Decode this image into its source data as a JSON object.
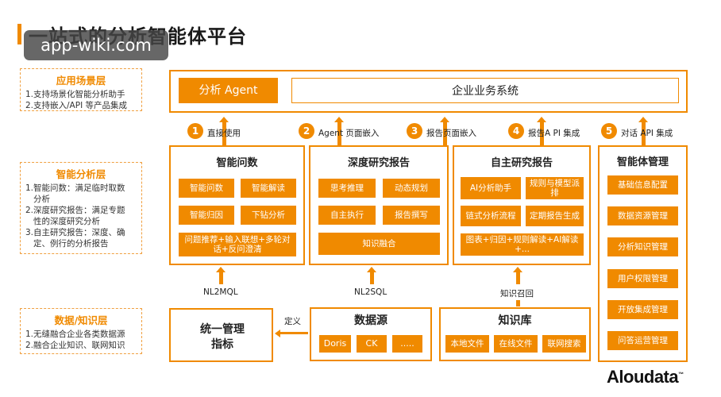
{
  "title": "一站式的分析智能体平台",
  "watermark": "app-wiki.com",
  "layers": {
    "app": {
      "title": "应用场景层",
      "lines": [
        "1.支持场景化智能分析助手",
        "2.支持嵌入/API 等产品集成"
      ]
    },
    "analysis": {
      "title": "智能分析层",
      "lines": [
        "1.智能问数：满足临时取数",
        "分析",
        "2.深度研究报告：满足专题",
        "性的深度研究分析",
        "3.自主研究报告：深度、确",
        "定、例行的分析报告"
      ]
    },
    "data": {
      "title": "数据/知识层",
      "lines": [
        "1.无缝融合企业各类数据源",
        "2.融合企业知识、联网知识"
      ]
    }
  },
  "app_layer": {
    "agent": "分析 Agent",
    "enterprise": "企业业务系统"
  },
  "integrations": [
    {
      "num": "1",
      "label": "直接使用"
    },
    {
      "num": "2",
      "label": "Agent 页面嵌入"
    },
    {
      "num": "3",
      "label": "报告页面嵌入"
    },
    {
      "num": "4",
      "label": "报告A PI 集成"
    },
    {
      "num": "5",
      "label": "对话 API 集成"
    }
  ],
  "panels": {
    "wenshu": {
      "title": "智能问数",
      "items": [
        "智能问数",
        "智能解读",
        "智能归因",
        "下钻分析"
      ],
      "wide": "问题推荐+输入联想+多轮对话+反问澄清"
    },
    "deep": {
      "title": "深度研究报告",
      "items": [
        "思考推理",
        "动态规划",
        "自主执行",
        "报告撰写"
      ],
      "wide": "知识融合"
    },
    "auto": {
      "title": "自主研究报告",
      "items": [
        "AI分析助手",
        "规则与模型派排",
        "链式分析流程",
        "定期报告生成"
      ],
      "wide": "图表+归因+规则解读+AI解读+..."
    },
    "agent_mgmt": {
      "title": "智能体管理",
      "items": [
        "基础信息配置",
        "数据资源管理",
        "分析知识管理",
        "用户权限管理",
        "开放集成管理",
        "问答运营管理"
      ]
    }
  },
  "connectors": {
    "nl2mql": "NL2MQL",
    "nl2sql": "NL2SQL",
    "recall": "知识召回",
    "define": "定义"
  },
  "bottom": {
    "metrics": "统一管理指标",
    "datasource": {
      "title": "数据源",
      "items": [
        "Doris",
        "CK",
        "....."
      ]
    },
    "knowledge": {
      "title": "知识库",
      "items": [
        "本地文件",
        "在线文件",
        "联网搜索"
      ]
    }
  },
  "logo": "Aloudata",
  "colors": {
    "accent": "#f08a00"
  }
}
